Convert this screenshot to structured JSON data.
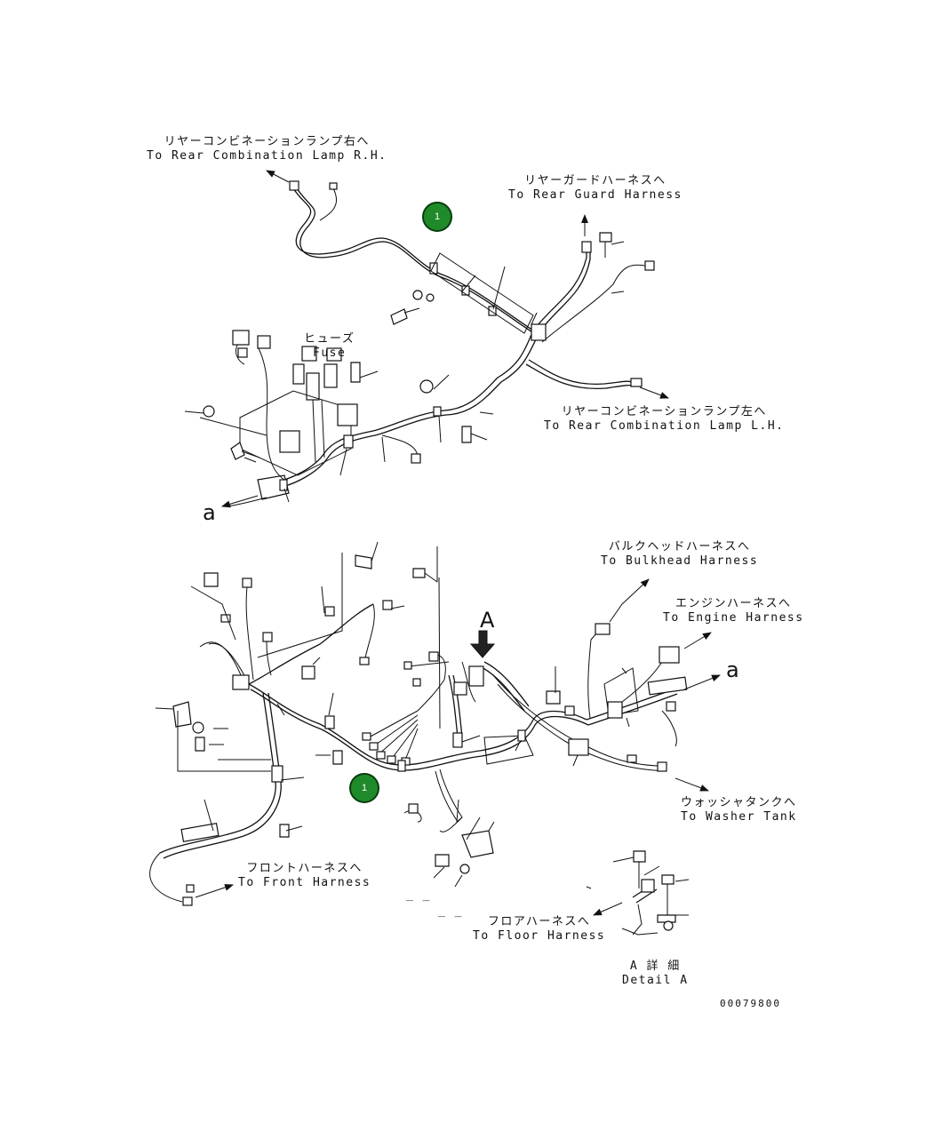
{
  "callouts": {
    "rear_combination_rh": {
      "jp": "リヤーコンビネーションランプ右へ",
      "en": "To Rear Combination Lamp R.H."
    },
    "rear_guard": {
      "jp": "リヤーガードハーネスへ",
      "en": "To Rear Guard Harness"
    },
    "fuse": {
      "jp": "ヒューズ",
      "en": "Fuse"
    },
    "rear_combination_lh": {
      "jp": "リヤーコンビネーションランプ左へ",
      "en": "To Rear Combination Lamp L.H."
    },
    "bulkhead": {
      "jp": "バルクヘッドハーネスへ",
      "en": "To Bulkhead Harness"
    },
    "engine": {
      "jp": "エンジンハーネスへ",
      "en": "To Engine Harness"
    },
    "washer_tank": {
      "jp": "ウォッシャタンクへ",
      "en": "To Washer Tank"
    },
    "front": {
      "jp": "フロントハーネスへ",
      "en": "To Front Harness"
    },
    "floor": {
      "jp": "フロアハーネスへ",
      "en": "To Floor Harness"
    },
    "detail": {
      "jp": "A 詳 細",
      "en": "Detail A"
    }
  },
  "markers": {
    "joint_a_upper": "a",
    "joint_a_lower": "a",
    "view_a": "A"
  },
  "references": {
    "upper": "1",
    "lower": "1"
  },
  "dashes": {
    "left": "_ _",
    "right": "_ _"
  },
  "drawing_number": "00079800",
  "colors": {
    "reference_fill": "#1f8a2a",
    "line": "#111111"
  }
}
